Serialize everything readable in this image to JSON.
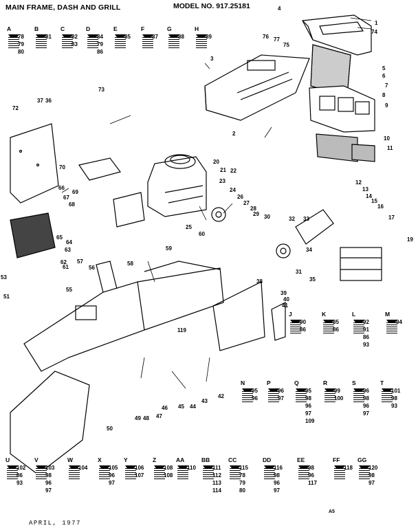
{
  "page": {
    "title": "MAIN FRAME, DASH AND GRILL",
    "model": "MODEL NO. 917.25181",
    "date": "APRIL, 1977",
    "page_number": "A5"
  },
  "hardware_top": [
    {
      "letter": "A",
      "nums": [
        "78",
        "79",
        "80"
      ]
    },
    {
      "letter": "B",
      "nums": [
        "81"
      ]
    },
    {
      "letter": "C",
      "nums": [
        "82",
        "83"
      ]
    },
    {
      "letter": "D",
      "nums": [
        "84",
        "79",
        "86"
      ]
    },
    {
      "letter": "E",
      "nums": [
        "85"
      ]
    },
    {
      "letter": "F",
      "nums": [
        "87"
      ]
    },
    {
      "letter": "G",
      "nums": [
        "88"
      ]
    },
    {
      "letter": "H",
      "nums": [
        "89"
      ]
    }
  ],
  "hardware_right": [
    {
      "letter": "J",
      "nums": [
        "90",
        "86"
      ]
    },
    {
      "letter": "K",
      "nums": [
        "85",
        "86"
      ]
    },
    {
      "letter": "L",
      "nums": [
        "92",
        "91",
        "86",
        "93"
      ]
    },
    {
      "letter": "M",
      "nums": [
        "94"
      ]
    }
  ],
  "hardware_mid": [
    {
      "letter": "N",
      "nums": [
        "95",
        "96"
      ]
    },
    {
      "letter": "P",
      "nums": [
        "96",
        "97"
      ]
    },
    {
      "letter": "Q",
      "nums": [
        "95",
        "98",
        "96",
        "97",
        "109"
      ]
    },
    {
      "letter": "R",
      "nums": [
        "99",
        "100"
      ]
    },
    {
      "letter": "S",
      "nums": [
        "96",
        "98",
        "96",
        "97"
      ]
    },
    {
      "letter": "T",
      "nums": [
        "101",
        "98",
        "93"
      ]
    }
  ],
  "hardware_bottom": [
    {
      "letter": "U",
      "nums": [
        "102",
        "86",
        "93"
      ]
    },
    {
      "letter": "V",
      "nums": [
        "103",
        "98",
        "96",
        "97"
      ]
    },
    {
      "letter": "W",
      "nums": [
        "104"
      ]
    },
    {
      "letter": "X",
      "nums": [
        "105",
        "96",
        "97"
      ]
    },
    {
      "letter": "Y",
      "nums": [
        "106",
        "107"
      ]
    },
    {
      "letter": "Z",
      "nums": [
        "108",
        "108"
      ]
    },
    {
      "letter": "AA",
      "nums": [
        "110"
      ]
    },
    {
      "letter": "BB",
      "nums": [
        "111",
        "112",
        "113",
        "114"
      ]
    },
    {
      "letter": "CC",
      "nums": [
        "115",
        "78",
        "79",
        "80"
      ]
    },
    {
      "letter": "DD",
      "nums": [
        "116",
        "98",
        "96",
        "97"
      ]
    },
    {
      "letter": "EE",
      "nums": [
        "98",
        "96",
        "117"
      ]
    },
    {
      "letter": "FF",
      "nums": [
        "118"
      ]
    },
    {
      "letter": "GG",
      "nums": [
        "120",
        "98",
        "97"
      ]
    }
  ],
  "callouts": {
    "n1": "1",
    "n2": "2",
    "n3": "3",
    "n4": "4",
    "n5": "5",
    "n6": "6",
    "n7": "7",
    "n8": "8",
    "n9": "9",
    "n10": "10",
    "n11": "11",
    "n12": "12",
    "n13": "13",
    "n14": "14",
    "n15": "15",
    "n16": "16",
    "n17": "17",
    "n19": "19",
    "n20": "20",
    "n21": "21",
    "n22": "22",
    "n23": "23",
    "n24": "24",
    "n25": "25",
    "n26": "26",
    "n27": "27",
    "n28": "28",
    "n29": "29",
    "n30": "30",
    "n31": "31",
    "n32": "32",
    "n33": "33",
    "n34": "34",
    "n35": "35",
    "n36": "36",
    "n37": "37",
    "n38": "38",
    "n39": "39",
    "n40": "40",
    "n41": "41",
    "n42": "42",
    "n43": "43",
    "n44": "44",
    "n45": "45",
    "n46": "46",
    "n47": "47",
    "n48": "48",
    "n49": "49",
    "n50": "50",
    "n51": "51",
    "n53": "53",
    "n55": "55",
    "n56": "56",
    "n57": "57",
    "n58": "58",
    "n59": "59",
    "n60": "60",
    "n61": "61",
    "n62": "62",
    "n63": "63",
    "n64": "64",
    "n65": "65",
    "n66": "66",
    "n67": "67",
    "n68": "68",
    "n69": "69",
    "n70": "70",
    "n72": "72",
    "n73": "73",
    "n74": "74",
    "n75": "75",
    "n76": "76",
    "n77": "77",
    "n119": "119"
  }
}
